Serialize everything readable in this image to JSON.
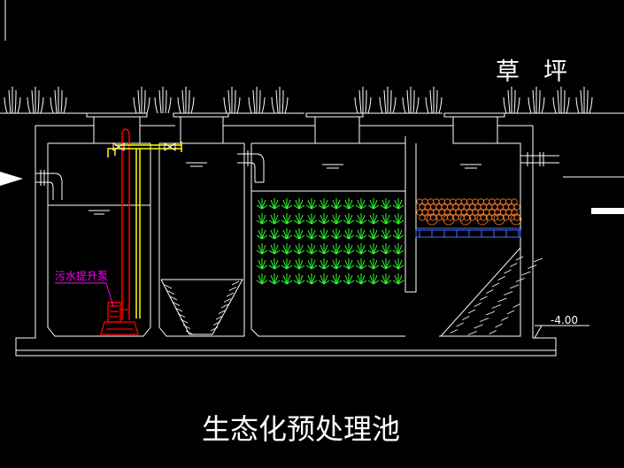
{
  "drawing": {
    "title": "生态化预处理池",
    "surface_label": "草　坪",
    "pump_label": "污水提升泵",
    "elevation_label": "-4.00"
  },
  "colors": {
    "background": "#000000",
    "structure": "#ffffff",
    "plants": "#33ff33",
    "media": "#ff7f27",
    "pump": "#ff0000",
    "pipe_yellow": "#ffff00",
    "label_magenta": "#ff00ff",
    "support_blue": "#4a6cff",
    "water_cyan": "#00ffff"
  }
}
